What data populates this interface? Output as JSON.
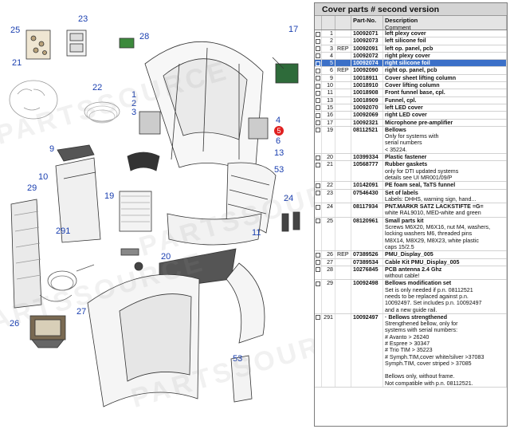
{
  "panel": {
    "title": "Cover parts # second version",
    "columns": {
      "desc": "Description",
      "part": "Part-No.",
      "comment": "Comment"
    }
  },
  "selected_row": 4,
  "rows": [
    {
      "num": "1",
      "rep": "",
      "part": "10092071",
      "desc": "left plexy cover",
      "sub": []
    },
    {
      "num": "2",
      "rep": "",
      "part": "10092073",
      "desc": "left silicone foil",
      "sub": []
    },
    {
      "num": "3",
      "rep": "REP",
      "part": "10092091",
      "desc": "left op. panel, pcb",
      "sub": []
    },
    {
      "num": "4",
      "rep": "",
      "part": "10092072",
      "desc": "right plexy cover",
      "sub": []
    },
    {
      "num": "5",
      "rep": "",
      "part": "10092074",
      "desc": "right silicone foil",
      "sub": []
    },
    {
      "num": "6",
      "rep": "REP",
      "part": "10092090",
      "desc": "right op. panel, pcb",
      "sub": []
    },
    {
      "num": "9",
      "rep": "",
      "part": "10018911",
      "desc": "Cover sheet lifting column",
      "sub": []
    },
    {
      "num": "10",
      "rep": "",
      "part": "10018910",
      "desc": "Cover lifting column",
      "sub": []
    },
    {
      "num": "11",
      "rep": "",
      "part": "10018908",
      "desc": "Front funnel base, cpl.",
      "sub": []
    },
    {
      "num": "13",
      "rep": "",
      "part": "10018909",
      "desc": "Funnel, cpl.",
      "sub": []
    },
    {
      "num": "15",
      "rep": "",
      "part": "10092070",
      "desc": "left LED cover",
      "sub": []
    },
    {
      "num": "16",
      "rep": "",
      "part": "10092069",
      "desc": "right LED cover",
      "sub": []
    },
    {
      "num": "17",
      "rep": "",
      "part": "10092321",
      "desc": "Microphone pre-amplifier",
      "sub": []
    },
    {
      "num": "19",
      "rep": "",
      "part": "08112521",
      "desc": "Bellows",
      "sub": [
        "Only for systems with",
        "serial numbers",
        "< 35224."
      ]
    },
    {
      "num": "20",
      "rep": "",
      "part": "10399334",
      "desc": "Plastic fastener",
      "sub": []
    },
    {
      "num": "21",
      "rep": "",
      "part": "10568777",
      "desc": "Rubber gaskets",
      "sub": [
        "only for DTI updated systems",
        "details see UI MR001/09/P"
      ]
    },
    {
      "num": "22",
      "rep": "",
      "part": "10142091",
      "desc": "PE foam seal, TaTS funnel",
      "sub": []
    },
    {
      "num": "23",
      "rep": "",
      "part": "07546430",
      "desc": "Set of labels",
      "sub": [
        "Labels: DHHS, warning sign, hand..."
      ]
    },
    {
      "num": "24",
      "rep": "",
      "part": "08117934",
      "desc": "PNT.MARKR SATZ LACKSTIFTE =G=",
      "sub": [
        "white RAL9010, MED-white and green"
      ]
    },
    {
      "num": "25",
      "rep": "",
      "part": "08120961",
      "desc": "Small parts kit",
      "sub": [
        "Screws M6X20, M6X16, nut M4, washers,",
        "locking washers M6, threaded pins",
        "M8X14, M8X29, M8X23, white plastic",
        "caps 15/2.5"
      ]
    },
    {
      "num": "26",
      "rep": "REP",
      "part": "07389526",
      "desc": "PMU_Display_005",
      "sub": []
    },
    {
      "num": "27",
      "rep": "",
      "part": "07389534",
      "desc": "Cable Kit PMU_Display_005",
      "sub": []
    },
    {
      "num": "28",
      "rep": "",
      "part": "10276845",
      "desc": "PCB antenna 2.4 Ghz",
      "sub": [
        "without cable!"
      ]
    },
    {
      "num": "29",
      "rep": "",
      "part": "10092498",
      "desc": "Bellows modification set",
      "sub": [
        "Set is only needed if p.n. 08112521",
        "needs to be replaced against p.n.",
        "10092497. Set includes p.n. 10092497",
        "and a new guide rail."
      ]
    },
    {
      "num": "291",
      "rep": "",
      "part": "10092497",
      "desc": "· Bellows strengthened",
      "sub": [
        "Strengthened bellow, only for",
        "systems with serial numbers:",
        "# Avanto > 26240",
        "# Espree > 30347",
        "# Trio TIM > 35223",
        "# Symph.TIM,cover white/silver >37083",
        "Symph.TIM, cover striped > 37085",
        "",
        "Bellows only, without frame.",
        "Not compatible with p.n. 08112521."
      ]
    }
  ],
  "diagram": {
    "callouts": [
      "25",
      "23",
      "28",
      "17",
      "21",
      "22",
      "1",
      "2",
      "3",
      "4",
      "5",
      "6",
      "13",
      "53",
      "9",
      "10",
      "29",
      "19",
      "24",
      "291",
      "11",
      "20",
      "26",
      "27",
      "53"
    ],
    "watermark": "PARTSSOURCE"
  },
  "colors": {
    "selected": "#3b70c8",
    "callout": "#1a3fb0",
    "highlight_callout": "#e02020"
  }
}
